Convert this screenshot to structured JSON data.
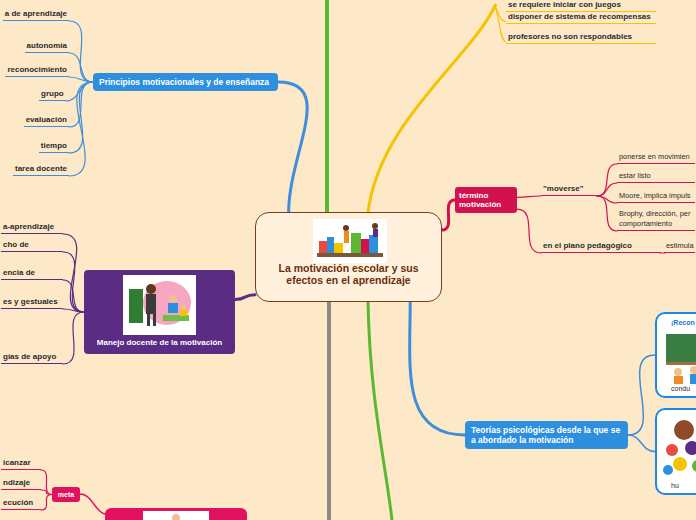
{
  "diagram": {
    "nodes": [
      {
        "text": [
          "La motivación escolar y sus efectos en el aprendizaje"
        ]
      },
      {
        "text": [
          "Principios motivacionales y de enseñanza"
        ]
      },
      {
        "text": [
          "a de aprendizaje"
        ]
      },
      {
        "text": [
          "autonomía"
        ]
      },
      {
        "text": [
          "reconocimiento"
        ]
      },
      {
        "text": [
          "grupo"
        ]
      },
      {
        "text": [
          "evaluación"
        ]
      },
      {
        "text": [
          "tiempo"
        ]
      },
      {
        "text": [
          "tarea docente"
        ]
      },
      {
        "text": [
          "Manejo docente de la motivación"
        ]
      },
      {
        "text": [
          "a-aprendizaje"
        ]
      },
      {
        "text": [
          "cho de"
        ]
      },
      {
        "text": [
          "encia de"
        ]
      },
      {
        "text": [
          "es y gestuales"
        ]
      },
      {
        "text": [
          "gías de apoyo"
        ]
      },
      {
        "text": [
          "meta"
        ]
      },
      {
        "text": [
          "icanzar"
        ]
      },
      {
        "text": [
          "ndizaje"
        ]
      },
      {
        "text": [
          "ecución"
        ]
      },
      {
        "text": [
          "se requiere iniciar con juegos"
        ]
      },
      {
        "text": [
          "disponer de sistema de recompensas"
        ]
      },
      {
        "text": [
          "profesores no son respondables"
        ]
      },
      {
        "text": [
          "término motivación"
        ]
      },
      {
        "text": [
          "\"moverse\""
        ]
      },
      {
        "text": [
          "ponerse en movimien"
        ]
      },
      {
        "text": [
          "estar listo"
        ]
      },
      {
        "text": [
          "Moore, implica impuls"
        ]
      },
      {
        "text": [
          "Brophy, dirección, per comportamiento"
        ]
      },
      {
        "text": [
          "en el plano pedagógico"
        ]
      },
      {
        "text": [
          "estimula"
        ]
      },
      {
        "text": [
          "Teorías psicológicas desde la que se a abordado la motivación"
        ]
      },
      {
        "text": [
          "¡Recon",
          "condu"
        ]
      },
      {
        "text": [
          "hu"
        ]
      }
    ],
    "edges": [
      {
        "from": 0,
        "to": 1,
        "arrow": "none"
      },
      {
        "from": 1,
        "to": 2,
        "arrow": "none"
      },
      {
        "from": 1,
        "to": 3,
        "arrow": "none"
      },
      {
        "from": 1,
        "to": 4,
        "arrow": "none"
      },
      {
        "from": 1,
        "to": 5,
        "arrow": "none"
      },
      {
        "from": 1,
        "to": 6,
        "arrow": "none"
      },
      {
        "from": 1,
        "to": 7,
        "arrow": "none"
      },
      {
        "from": 1,
        "to": 8,
        "arrow": "none"
      },
      {
        "from": 0,
        "to": 9,
        "arrow": "none"
      },
      {
        "from": 9,
        "to": 10,
        "arrow": "none"
      },
      {
        "from": 9,
        "to": 11,
        "arrow": "none"
      },
      {
        "from": 9,
        "to": 12,
        "arrow": "none"
      },
      {
        "from": 9,
        "to": 13,
        "arrow": "none"
      },
      {
        "from": 9,
        "to": 14,
        "arrow": "none"
      },
      {
        "from": 15,
        "to": 16,
        "arrow": "none"
      },
      {
        "from": 15,
        "to": 17,
        "arrow": "none"
      },
      {
        "from": 15,
        "to": 18,
        "arrow": "none"
      },
      {
        "from": 0,
        "to": 22,
        "arrow": "none"
      },
      {
        "from": 22,
        "to": 23,
        "arrow": "none"
      },
      {
        "from": 23,
        "to": 24,
        "arrow": "none"
      },
      {
        "from": 23,
        "to": 25,
        "arrow": "none"
      },
      {
        "from": 23,
        "to": 26,
        "arrow": "none"
      },
      {
        "from": 23,
        "to": 27,
        "arrow": "none"
      },
      {
        "from": 22,
        "to": 28,
        "arrow": "none"
      },
      {
        "from": 28,
        "to": 29,
        "arrow": "none"
      },
      {
        "from": 0,
        "to": 30,
        "arrow": "none"
      },
      {
        "from": 30,
        "to": 31,
        "arrow": "none"
      },
      {
        "from": 30,
        "to": 32,
        "arrow": "none"
      }
    ]
  }
}
